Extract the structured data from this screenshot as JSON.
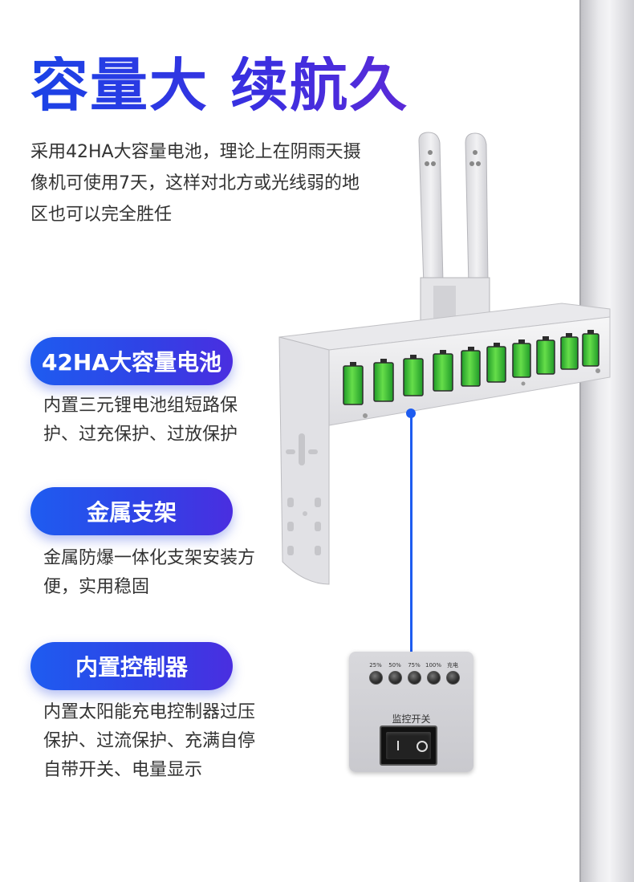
{
  "headline": "容量大 续航久",
  "intro": "采用42HA大容量电池，理论上在阴雨天摄像机可使用7天，这样对北方或光线弱的地区也可以完全胜任",
  "features": [
    {
      "title": "42HA大容量电池",
      "desc": "内置三元锂电池组短路保护、过充保护、过放保护"
    },
    {
      "title": "金属支架",
      "desc": "金属防爆一体化支架安装方便，实用稳固"
    },
    {
      "title": "内置控制器",
      "desc": "内置太阳能充电控制器过压保护、过流保护、充满自停自带开关、电量显示"
    }
  ],
  "panel": {
    "led_labels": [
      "25%",
      "50%",
      "75%",
      "100%",
      "充电"
    ],
    "switch_label": "监控开关"
  },
  "colors": {
    "accent": "#1e5cf0",
    "accent_end": "#4a2ee0",
    "battery_green": "#36c23a"
  }
}
